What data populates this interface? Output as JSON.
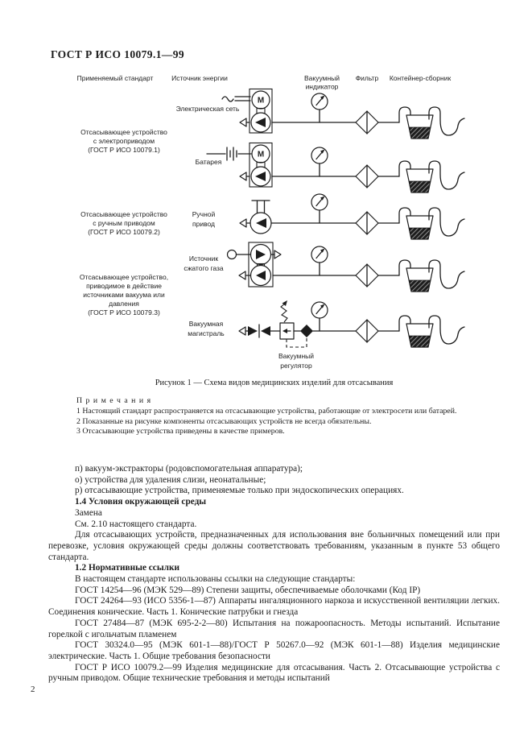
{
  "page": {
    "header_title": "ГОСТ Р ИСО 10079.1—99",
    "page_number": "2"
  },
  "figure": {
    "motor_letter": "M",
    "col_headers": {
      "applied_standard": "Применяемый стандарт",
      "energy_source": "Источник энергии",
      "vacuum_indicator_l1": "Вакуумный",
      "vacuum_indicator_l2": "индикатор",
      "filter": "Фильтр",
      "container": "Контейнер-сборник"
    },
    "devices": {
      "electric": [
        "Отсасывающее устройство",
        "с электроприводом",
        "(ГОСТ Р ИСО 10079.1)"
      ],
      "manual": [
        "Отсасывающее устройство",
        "с ручным приводом",
        "(ГОСТ Р ИСО 10079.2)"
      ],
      "vacuum_pressure": [
        "Отсасывающее устройство,",
        "приводимое в действие",
        "источниками вакуума или",
        "давления",
        "(ГОСТ Р ИСО 10079.3)"
      ]
    },
    "sources": {
      "mains": "Электрическая сеть",
      "battery": "Батарея",
      "manual_l1": "Ручной",
      "manual_l2": "привод",
      "gas_l1": "Источник",
      "gas_l2": "сжатого газа",
      "vacuum_line_l1": "Вакуумная",
      "vacuum_line_l2": "магистраль",
      "regulator_l1": "Вакуумный",
      "regulator_l2": "регулятор"
    },
    "caption": "Рисунок 1 — Схема видов медицинских изделий для отсасывания"
  },
  "notes": {
    "title": "П р и м е ч а н и я",
    "items": [
      "1 Настоящий стандарт распространяется на отсасывающие устройства, работающие от электросети или батарей.",
      "2 Показанные на рисунке компоненты отсасывающих устройств не всегда обязательны.",
      "3 Отсасывающие устройства приведены в качестве примеров."
    ]
  },
  "body": {
    "list_items": [
      "п) вакуум-экстракторы (родовспомогательная аппаратура);",
      "о) устройства для удаления слизи, неонатальные;",
      "р) отсасывающие устройства, применяемые только при эндоскопических операциях."
    ],
    "section_14_title": "1.4 Условия окружающей среды",
    "replace_label": "Замена",
    "see_ref": "См. 2.10 настоящего стандарта.",
    "env_paragraph": "Для отсасывающих устройств, предназначенных для использования вне больничных помещений или при перевозке, условия окружающей среды должны соответствовать требованиям, указанным в пункте 53 общего стандарта.",
    "section_12_title": "1.2 Нормативные ссылки",
    "refs_intro": "В настоящем стандарте использованы ссылки на следующие стандарты:",
    "references": [
      "ГОСТ 14254—96 (МЭК 529—89) Степени защиты, обеспечиваемые оболочками (Код IP)",
      "ГОСТ 24264—93 (ИСО 5356-1—87) Аппараты ингаляционного наркоза и искусственной вентиляции легких. Соединения конические. Часть 1. Конические патрубки и гнезда",
      "ГОСТ 27484—87 (МЭК 695-2-2—80) Испытания на пожароопасность. Методы испытаний. Испытание горелкой с игольчатым пламенем",
      "ГОСТ 30324.0—95 (МЭК 601-1—88)/ГОСТ Р 50267.0—92 (МЭК 601-1—88) Изделия медицинские электрические. Часть 1. Общие требования безопасности",
      "ГОСТ Р ИСО 10079.2—99 Изделия медицинские для отсасывания. Часть 2. Отсасывающие устройства с ручным приводом. Общие технические требования и методы испытаний"
    ]
  }
}
